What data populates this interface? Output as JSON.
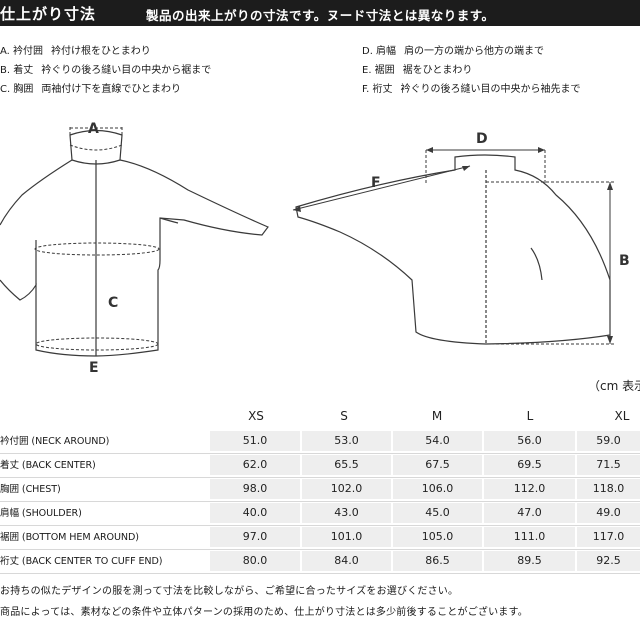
{
  "header": {
    "title": "仕上がり寸法",
    "subtitle": "製品の出来上がりの寸法です。ヌード寸法とは異なります。"
  },
  "definitions_left": [
    {
      "code": "A. 衿付囲",
      "text": "衿付け根をひとまわり"
    },
    {
      "code": "B. 着丈",
      "text": "衿ぐりの後ろ縫い目の中央から裾まで"
    },
    {
      "code": "C. 胸囲",
      "text": "両袖付け下を直線でひとまわり"
    }
  ],
  "definitions_right": [
    {
      "code": "D. 肩幅",
      "text": "肩の一方の端から他方の端まで"
    },
    {
      "code": "E. 裾囲",
      "text": "裾をひとまわり"
    },
    {
      "code": "F. 裄丈",
      "text": "衿ぐりの後ろ縫い目の中央から袖先まで"
    }
  ],
  "diagram_labels": {
    "a": "A",
    "b": "B",
    "c": "C",
    "d": "D",
    "e": "E",
    "f": "F"
  },
  "unit_note": "（cm 表示）",
  "sizes": [
    "XS",
    "S",
    "M",
    "L",
    "XL"
  ],
  "table": [
    {
      "label": "衿付囲 (NECK AROUND)",
      "values": [
        "51.0",
        "53.0",
        "54.0",
        "56.0",
        "59.0"
      ]
    },
    {
      "label": "着丈 (BACK CENTER)",
      "values": [
        "62.0",
        "65.5",
        "67.5",
        "69.5",
        "71.5"
      ]
    },
    {
      "label": "胸囲 (CHEST)",
      "values": [
        "98.0",
        "102.0",
        "106.0",
        "112.0",
        "118.0"
      ]
    },
    {
      "label": "肩幅 (SHOULDER)",
      "values": [
        "40.0",
        "43.0",
        "45.0",
        "47.0",
        "49.0"
      ]
    },
    {
      "label": "裾囲 (BOTTOM HEM AROUND)",
      "values": [
        "97.0",
        "101.0",
        "105.0",
        "111.0",
        "117.0"
      ]
    },
    {
      "label": "裄丈 (BACK CENTER TO CUFF END)",
      "values": [
        "80.0",
        "84.0",
        "86.5",
        "89.5",
        "92.5"
      ]
    }
  ],
  "notes": [
    "お持ちの似たデザインの服を測って寸法を比較しながら、ご希望に合ったサイズをお選びください。",
    "商品によっては、素材などの条件や立体パターンの採用のため、仕上がり寸法とは多少前後することがございます。"
  ]
}
